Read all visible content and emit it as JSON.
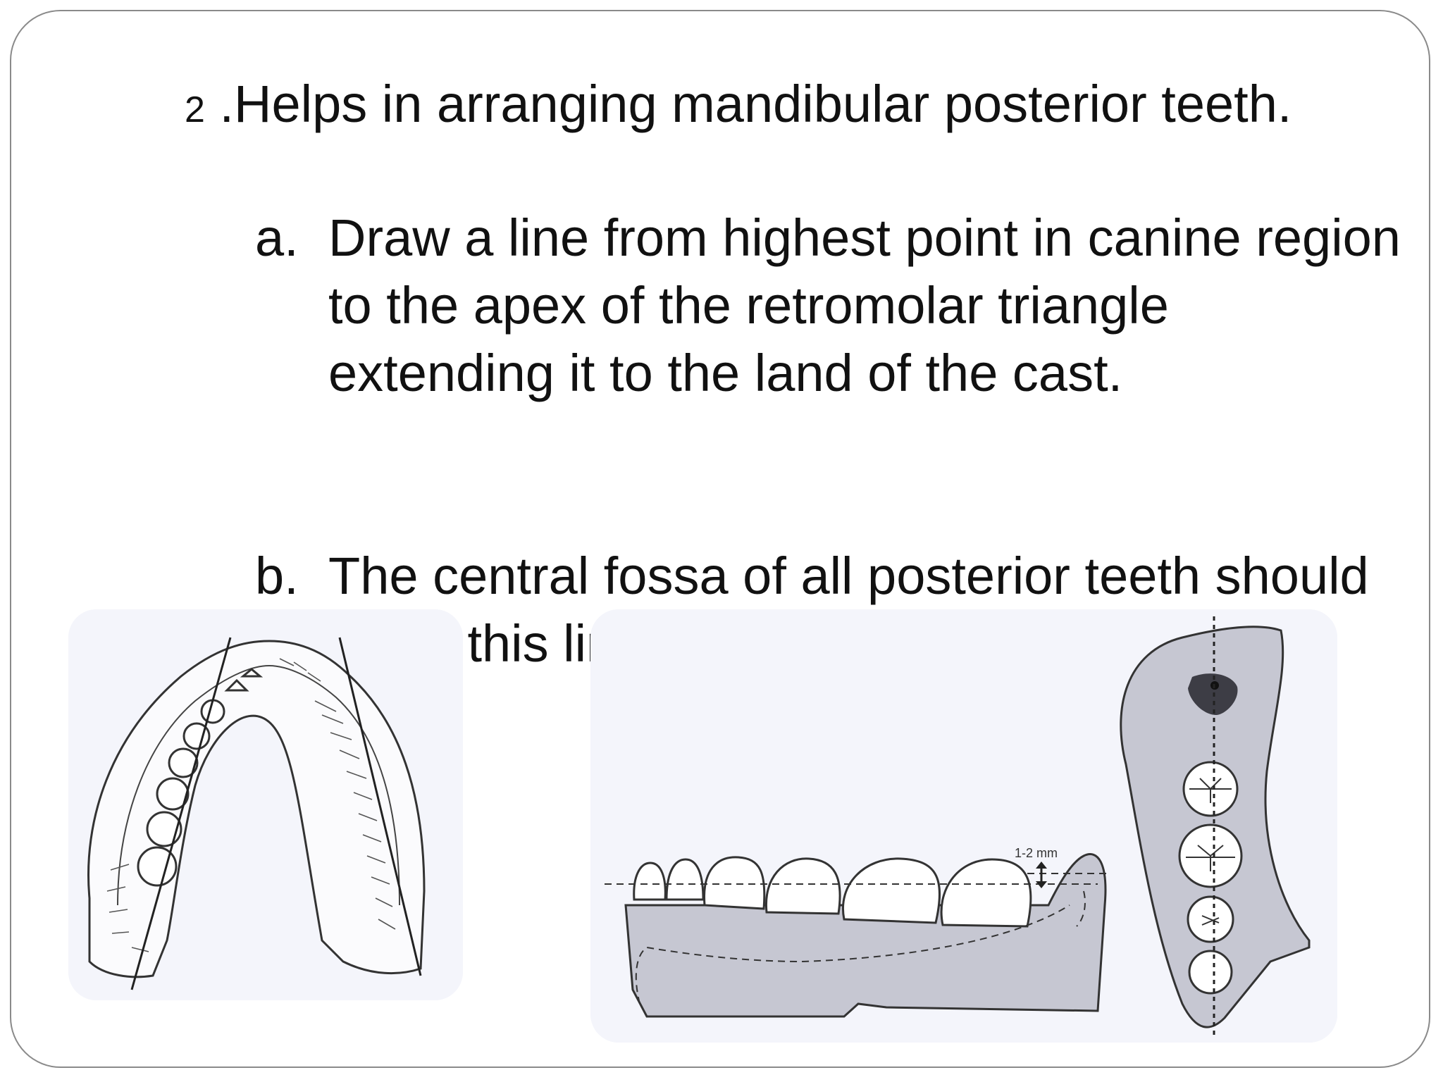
{
  "slide": {
    "heading_number": "2",
    "heading_text": " .Helps in arranging mandibular posterior teeth.",
    "items": [
      {
        "marker": "a.",
        "text": "Draw a line from highest point in canine region to the apex of the retromolar triangle extending it to the land of the cast."
      },
      {
        "marker": "b.",
        "text": "The central fossa of all posterior teeth should lie on this line."
      }
    ]
  },
  "figures": {
    "left": {
      "subject": "mandibular cast occlusal view with two reference lines"
    },
    "right": {
      "subject": "lateral view of mandibular posterior teeth and occlusal outline",
      "measure_label": "1-2 mm"
    }
  }
}
